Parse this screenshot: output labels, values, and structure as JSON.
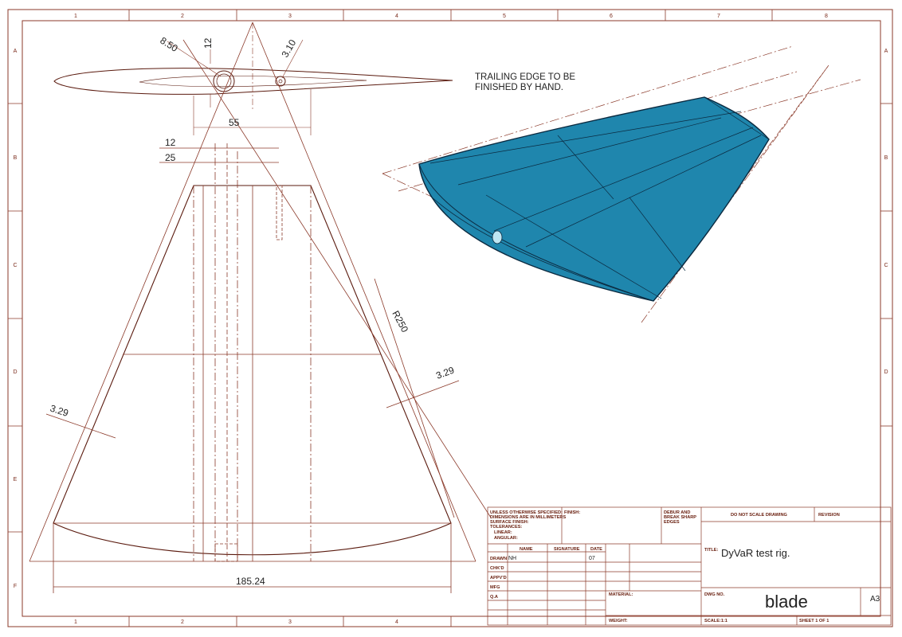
{
  "colors": {
    "line": "#8b3a2a",
    "dark": "#5a1a0e",
    "blade_fill": "#1f86ad",
    "blade_edge": "#0b2a40",
    "text": "#222222"
  },
  "grid": {
    "columns": [
      "1",
      "2",
      "3",
      "4",
      "5",
      "6",
      "7",
      "8"
    ],
    "rows": [
      "A",
      "B",
      "C",
      "D",
      "E",
      "F"
    ]
  },
  "note": {
    "line1": "TRAILING EDGE TO BE",
    "line2": "FINISHED BY HAND."
  },
  "dimensions": {
    "dia_large": "8.50",
    "dia_small": "3.10",
    "top_12": "12",
    "width_55": "55",
    "left_12": "12",
    "left_25": "25",
    "radius": "R250",
    "side_left": "3.29",
    "side_right": "3.29",
    "bottom_width": "185.24"
  },
  "title_block": {
    "unless_l1": "UNLESS OTHERWISE SPECIFIED:",
    "unless_l2": "DIMENSIONS ARE IN MILLIMETERS",
    "unless_l3": "SURFACE FINISH:",
    "unless_l4": "TOLERANCES:",
    "unless_l5": "LINEAR:",
    "unless_l6": "ANGULAR:",
    "finish": "FINISH:",
    "deburr_l1": "DEBUR AND",
    "deburr_l2": "BREAK SHARP",
    "deburr_l3": "EDGES",
    "do_not_scale": "DO NOT SCALE DRAWING",
    "revision": "REVISION",
    "col_name": "NAME",
    "col_signature": "SIGNATURE",
    "col_date": "DATE",
    "row_drawn": "DRAWN",
    "row_chkd": "CHK'D",
    "row_appvd": "APPV'D",
    "row_mfg": "MFG",
    "row_qa": "Q.A",
    "drawn_name": "NH",
    "drawn_date": "07",
    "title_label": "TITLE:",
    "title_value": "DyVaR test rig.",
    "material": "MATERIAL:",
    "dwg_no_label": "DWG NO.",
    "dwg_no_value": "blade",
    "size": "A3",
    "weight": "WEIGHT:",
    "scale": "SCALE:1:1",
    "sheet": "SHEET 1 OF 1"
  }
}
